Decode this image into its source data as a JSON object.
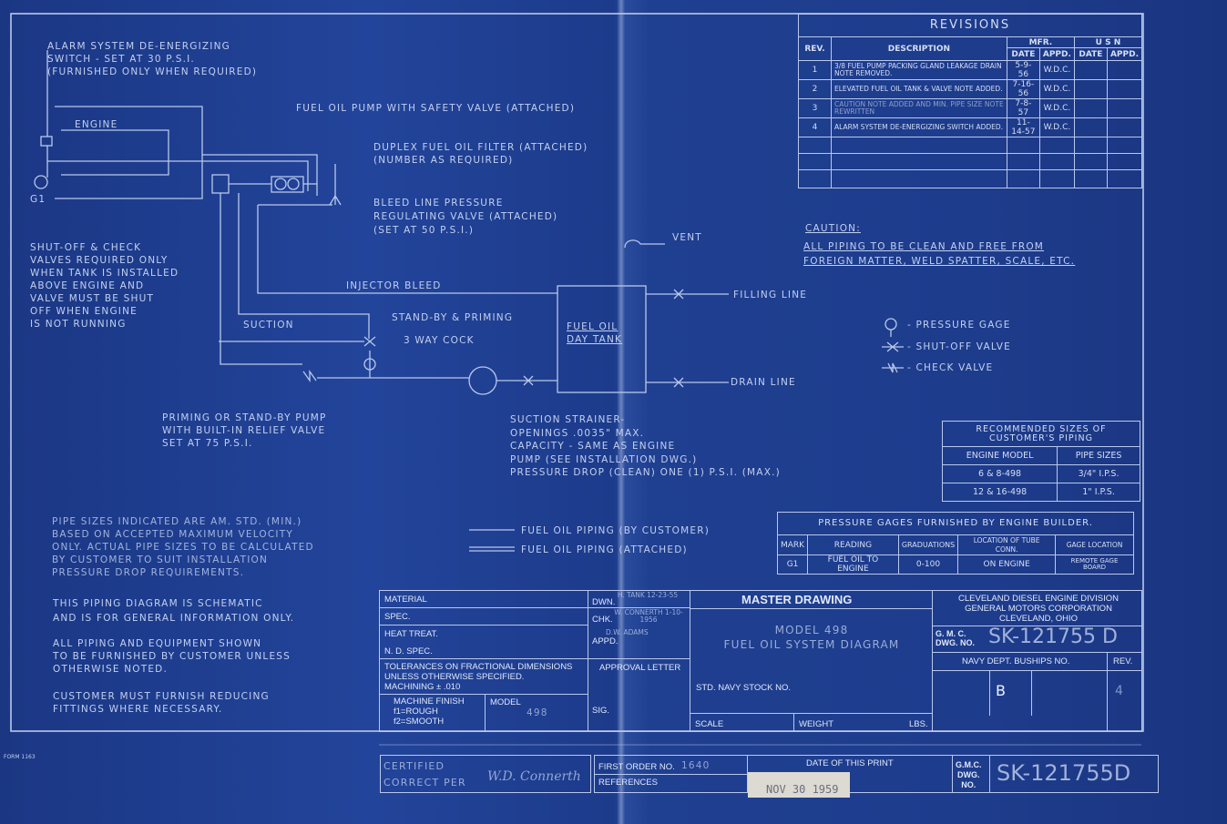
{
  "notes": {
    "alarm_switch": "ALARM SYSTEM DE-ENERGIZING\nSWITCH - SET AT 30 P.S.I.\n(FURNISHED ONLY WHEN REQUIRED)",
    "engine": "ENGINE",
    "gage_mark": "G1",
    "fuel_pump": "FUEL OIL PUMP WITH SAFETY VALVE (ATTACHED)",
    "duplex_filter": "DUPLEX FUEL OIL FILTER (ATTACHED)\n(NUMBER AS REQUIRED)",
    "bleed_valve": "BLEED LINE PRESSURE\nREGULATING VALVE (ATTACHED)\n(SET AT 50 P.S.I.)",
    "shutoff_check": "SHUT-OFF & CHECK\nVALVES REQUIRED ONLY\nWHEN TANK IS INSTALLED\nABOVE ENGINE AND\nVALVE MUST BE SHUT\nOFF WHEN ENGINE\nIS NOT RUNNING",
    "suction": "SUCTION",
    "injector_bleed": "INJECTOR BLEED",
    "standby_priming": "STAND-BY & PRIMING",
    "three_way_cock": "3 WAY COCK",
    "vent": "VENT",
    "day_tank": "FUEL OIL\nDAY TANK",
    "filling_line": "FILLING LINE",
    "drain_line": "DRAIN LINE",
    "priming_pump": "PRIMING OR STAND-BY PUMP\nWITH BUILT-IN RELIEF VALVE\nSET AT 75 P.S.I.",
    "strainer": "SUCTION STRAINER-\nOPENINGS .0035\" MAX.\nCAPACITY - SAME AS ENGINE\nPUMP (SEE INSTALLATION DWG.)\nPRESSURE DROP (CLEAN) ONE (1) P.S.I. (MAX.)",
    "caution_title": "CAUTION:",
    "caution_text": "ALL PIPING TO BE CLEAN AND FREE FROM\nFOREIGN MATTER, WELD SPATTER, SCALE, ETC.",
    "legend_gage": "- PRESSURE GAGE",
    "legend_shutoff": "- SHUT-OFF VALVE",
    "legend_check": "- CHECK VALVE",
    "legend_customer": "FUEL OIL PIPING (BY CUSTOMER)",
    "legend_attached": "FUEL OIL PIPING (ATTACHED)",
    "pipe_sizes": "PIPE SIZES INDICATED ARE AM. STD. (MIN.)\nBASED ON ACCEPTED MAXIMUM VELOCITY\nONLY. ACTUAL PIPE SIZES TO BE CALCULATED\nBY CUSTOMER TO SUIT INSTALLATION\nPRESSURE DROP REQUIREMENTS.",
    "schematic": "THIS PIPING DIAGRAM IS SCHEMATIC\nAND IS FOR GENERAL INFORMATION ONLY.",
    "furnished": "ALL PIPING AND EQUIPMENT SHOWN\nTO BE FURNISHED BY CUSTOMER UNLESS\nOTHERWISE NOTED.",
    "reducing": "CUSTOMER MUST FURNISH REDUCING\nFITTINGS WHERE NECESSARY.",
    "form": "FORM 1163"
  },
  "revisions": {
    "title": "REVISIONS",
    "headers": {
      "rev": "REV.",
      "description": "DESCRIPTION",
      "mfr": "MFR.",
      "usn": "U S N",
      "date": "DATE",
      "appd": "APPD."
    },
    "rows": [
      {
        "rev": "1",
        "description": "3/8 FUEL PUMP PACKING GLAND LEAKAGE DRAIN NOTE REMOVED.",
        "date": "5-9-56",
        "appd": "W.D.C."
      },
      {
        "rev": "2",
        "description": "ELEVATED FUEL OIL TANK & VALVE NOTE ADDED.",
        "date": "7-16-56",
        "appd": "W.D.C."
      },
      {
        "rev": "3",
        "description": "CAUTION NOTE ADDED AND MIN. PIPE SIZE NOTE REWRITTEN",
        "date": "7-8-57",
        "appd": "W.D.C."
      },
      {
        "rev": "4",
        "description": "ALARM SYSTEM DE-ENERGIZING SWITCH ADDED.",
        "date": "11-14-57",
        "appd": "W.D.C."
      }
    ]
  },
  "pipe_table": {
    "title": "RECOMMENDED SIZES OF CUSTOMER'S PIPING",
    "headers": [
      "ENGINE MODEL",
      "PIPE SIZES"
    ],
    "rows": [
      [
        "6 & 8-498",
        "3/4\" I.P.S."
      ],
      [
        "12 & 16-498",
        "1\" I.P.S."
      ]
    ]
  },
  "gage_table": {
    "title": "PRESSURE GAGES FURNISHED BY ENGINE BUILDER.",
    "headers": [
      "MARK",
      "READING",
      "GRADUATIONS",
      "LOCATION OF TUBE CONN.",
      "GAGE LOCATION"
    ],
    "rows": [
      [
        "G1",
        "FUEL OIL TO ENGINE",
        "0-100",
        "ON ENGINE",
        "REMOTE GAGE BOARD"
      ]
    ]
  },
  "title_block": {
    "material": "MATERIAL",
    "spec": "SPEC.",
    "heat_treat": "HEAT TREAT.",
    "nd_spec": "N. D. SPEC.",
    "tolerances": "TOLERANCES ON FRACTIONAL DIMENSIONS\nUNLESS OTHERWISE SPECIFIED.\nMACHINING ± .010",
    "machine_finish": "MACHINE FINISH\nf1=ROUGH\nf2=SMOOTH",
    "model_label": "MODEL",
    "model_value": "498",
    "dwn_label": "DWN.",
    "dwn_value": "H. TANK 12-23-55",
    "chk_label": "CHK.",
    "chk_value": "W. CONNERTH 1-10-1956",
    "appd_label": "APPD.",
    "appd_value": "D.W. ADAMS",
    "approval_letter": "APPROVAL LETTER",
    "sig": "SIG.",
    "master_drawing": "MASTER DRAWING",
    "drawing_title": "MODEL 498\nFUEL OIL SYSTEM DIAGRAM",
    "navy_stock": "STD. NAVY STOCK NO.",
    "scale": "SCALE",
    "weight": "WEIGHT",
    "lbs": "LBS.",
    "company": "CLEVELAND DIESEL ENGINE DIVISION\nGENERAL MOTORS CORPORATION\nCLEVELAND, OHIO",
    "dwg_label": "G. M. C.\nDWG. NO.",
    "dwg_no": "SK-121755 D",
    "bupships": "NAVY DEPT. BUSHIPS NO.",
    "rev_label": "REV.",
    "size": "B",
    "rev": "4"
  },
  "bottom_strip": {
    "certified": "CERTIFIED\nCORRECT PER",
    "signature": "W.D. Connerth",
    "first_order_label": "FIRST ORDER NO.",
    "first_order": "1640",
    "references": "REFERENCES",
    "date_of_print": "DATE OF THIS PRINT",
    "print_date": "NOV 30 1959",
    "dwg_label": "G.M.C.\nDWG.\nNO.",
    "dwg_no": "SK-121755D"
  }
}
